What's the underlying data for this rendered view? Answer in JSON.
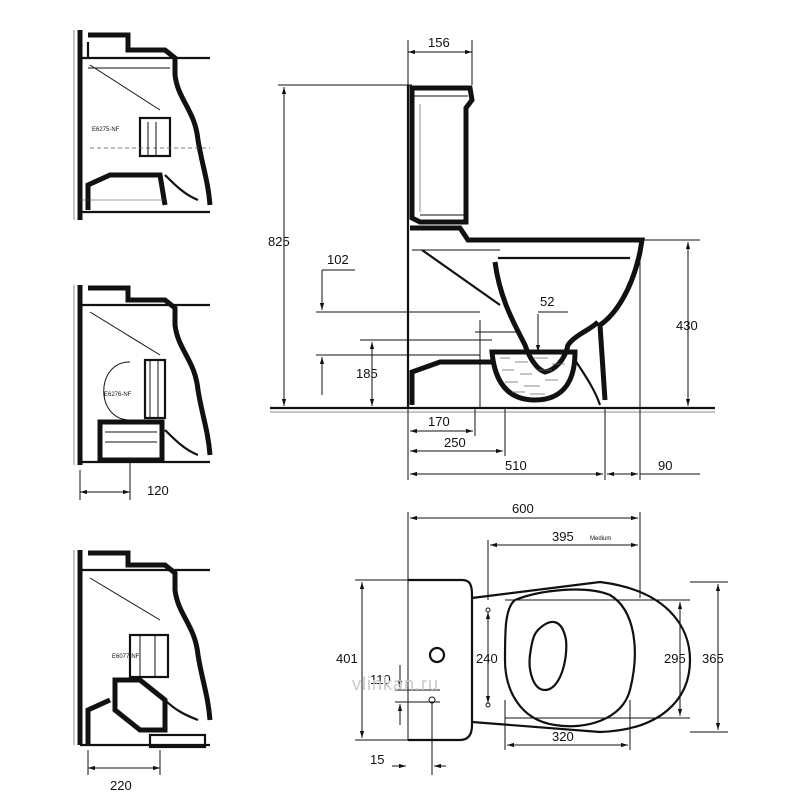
{
  "front_elevation": {
    "width_cistern": "156",
    "total_height": "825",
    "pan_height": "430",
    "outlet_height": "185",
    "inlet_offset": "102",
    "trap_depth": "52",
    "offset_170": "170",
    "offset_250": "250",
    "depth_510": "510",
    "rear_gap": "90"
  },
  "plan_view": {
    "overall_length": "600",
    "seat_length": "395",
    "seat_length_note": "Medium",
    "cistern_width": "401",
    "outlet_spacing": "240",
    "pan_width_inner": "295",
    "pan_width_outer": "365",
    "pan_length": "320",
    "inlet_offset": "110",
    "edge_offset": "15"
  },
  "variant_details": [
    {
      "label": "E6275-NF",
      "dimension": ""
    },
    {
      "label": "E6276-NF",
      "dimension": "120"
    },
    {
      "label": "E6077-NF",
      "dimension": "220"
    }
  ],
  "watermark": "vlinkan.ru"
}
